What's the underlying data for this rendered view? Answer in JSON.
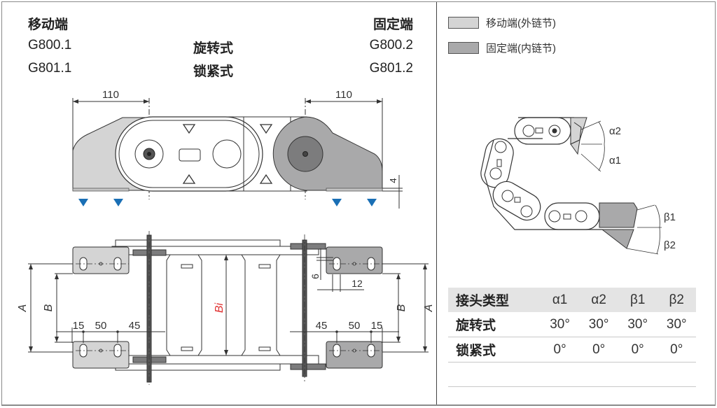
{
  "header": {
    "moving_end": "移动端",
    "fixed_end": "固定端",
    "left_codes": [
      "G800.1",
      "G801.1"
    ],
    "center_types": [
      "旋转式",
      "锁紧式"
    ],
    "right_codes": [
      "G800.2",
      "G801.2"
    ]
  },
  "side_view": {
    "dim_left": "110",
    "dim_right": "110",
    "dim_height": "4"
  },
  "top_view": {
    "label_A": "A",
    "label_B": "B",
    "label_Bi": "Bi",
    "left_dims": [
      "15",
      "50",
      "45"
    ],
    "right_dims": [
      "45",
      "50",
      "15"
    ],
    "slot_height": "6",
    "slot_width": "12"
  },
  "angle_view": {
    "labels": [
      "α2",
      "α1",
      "β1",
      "β2"
    ]
  },
  "legend": {
    "items": [
      {
        "label": "移动端(外链节)",
        "color": "#d4d4d4"
      },
      {
        "label": "固定端(内链节)",
        "color": "#a9a9aa"
      }
    ]
  },
  "table": {
    "headers": [
      "接头类型",
      "α1",
      "α2",
      "β1",
      "β2"
    ],
    "rows": [
      {
        "type": "旋转式",
        "values": [
          "30°",
          "30°",
          "30°",
          "30°"
        ]
      },
      {
        "type": "锁紧式",
        "values": [
          "0°",
          "0°",
          "0°",
          "0°"
        ]
      }
    ]
  },
  "colors": {
    "moving_fill": "#d4d4d4",
    "fixed_fill": "#a9a9aa",
    "fixed_dark": "#7c7c7d",
    "marker_blue": "#1a6fb5",
    "bi_red": "#e03030"
  }
}
